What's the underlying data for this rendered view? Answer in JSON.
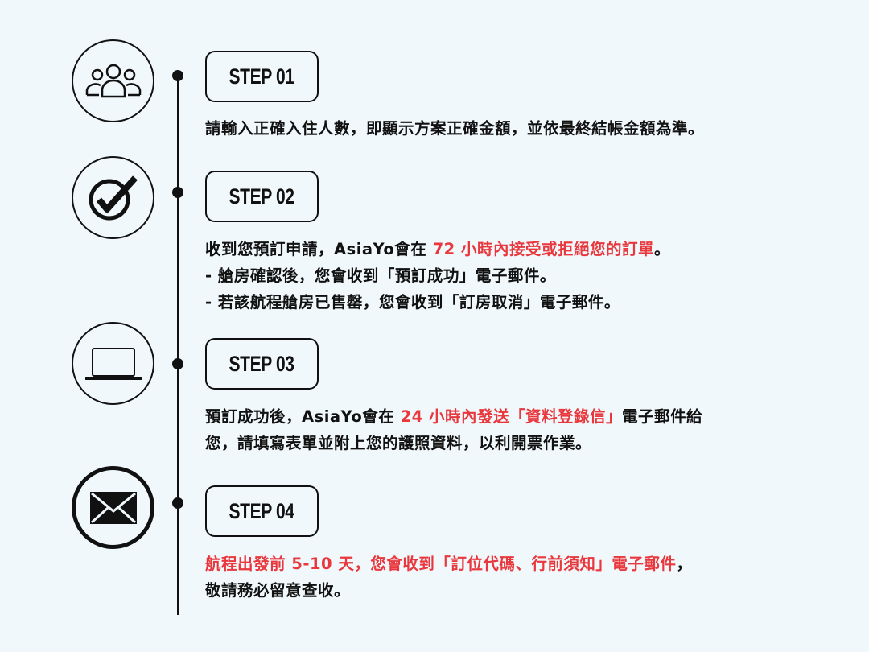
{
  "colors": {
    "accent": "#e8383d",
    "text": "#111111",
    "background": "#f1f8fb"
  },
  "steps": [
    {
      "label": "STEP 01",
      "icon": "users-icon",
      "lines": [
        [
          {
            "t": "請輸入正確入住人數，即顯示方案正確金額，並依最終結帳金額為準。"
          }
        ]
      ]
    },
    {
      "label": "STEP 02",
      "icon": "check-circle-icon",
      "lines": [
        [
          {
            "t": "收到您預訂申請，AsiaYo會在 "
          },
          {
            "t": "72 小時內接受或拒絕您的訂單",
            "red": true
          },
          {
            "t": "。"
          }
        ],
        [
          {
            "t": " - 艙房確認後，您會收到「預訂成功」電子郵件。"
          }
        ],
        [
          {
            "t": " - 若該航程艙房已售罄，您會收到「訂房取消」電子郵件。"
          }
        ]
      ]
    },
    {
      "label": "STEP 03",
      "icon": "laptop-icon",
      "lines": [
        [
          {
            "t": "預訂成功後，AsiaYo會在 "
          },
          {
            "t": "24 小時內發送「資料登錄信」",
            "red": true
          },
          {
            "t": "電子郵件給"
          }
        ],
        [
          {
            "t": "您，請填寫表單並附上您的護照資料，以利開票作業。"
          }
        ]
      ]
    },
    {
      "label": "STEP 04",
      "icon": "envelope-icon",
      "lines": [
        [
          {
            "t": "航程出發前 5-10 天，您會收到「訂位代碼、行前須知」電子郵件",
            "red": true
          },
          {
            "t": "，"
          }
        ],
        [
          {
            "t": "敬請務必留意查收。"
          }
        ]
      ]
    }
  ]
}
